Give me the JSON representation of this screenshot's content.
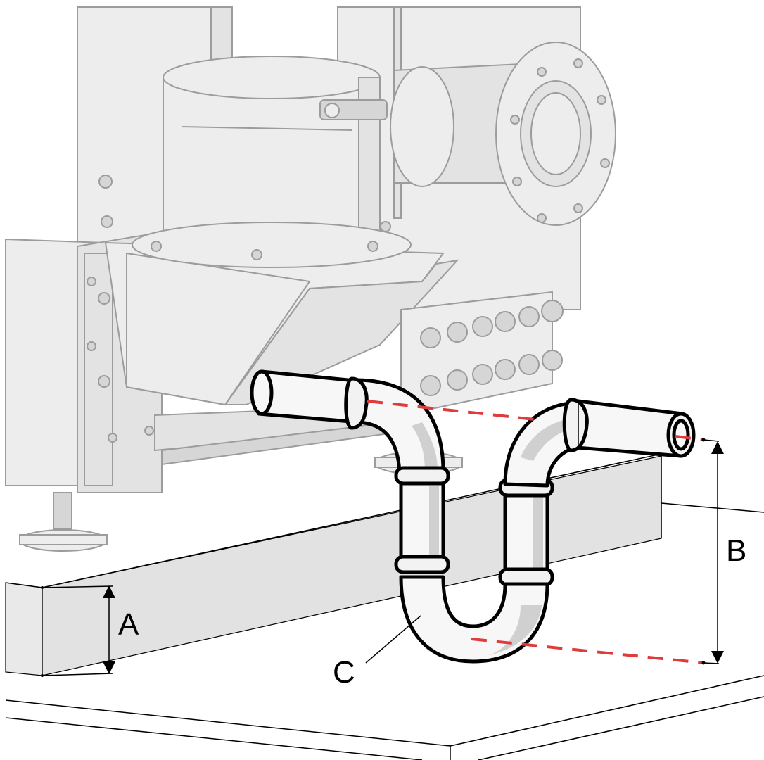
{
  "labels": {
    "a": "A",
    "b": "B",
    "c": "C"
  },
  "colors": {
    "reference_line": "#e03a3a",
    "outline": "#000000",
    "ghost_equipment": "#e3e3e3",
    "floor": "#ffffff"
  }
}
